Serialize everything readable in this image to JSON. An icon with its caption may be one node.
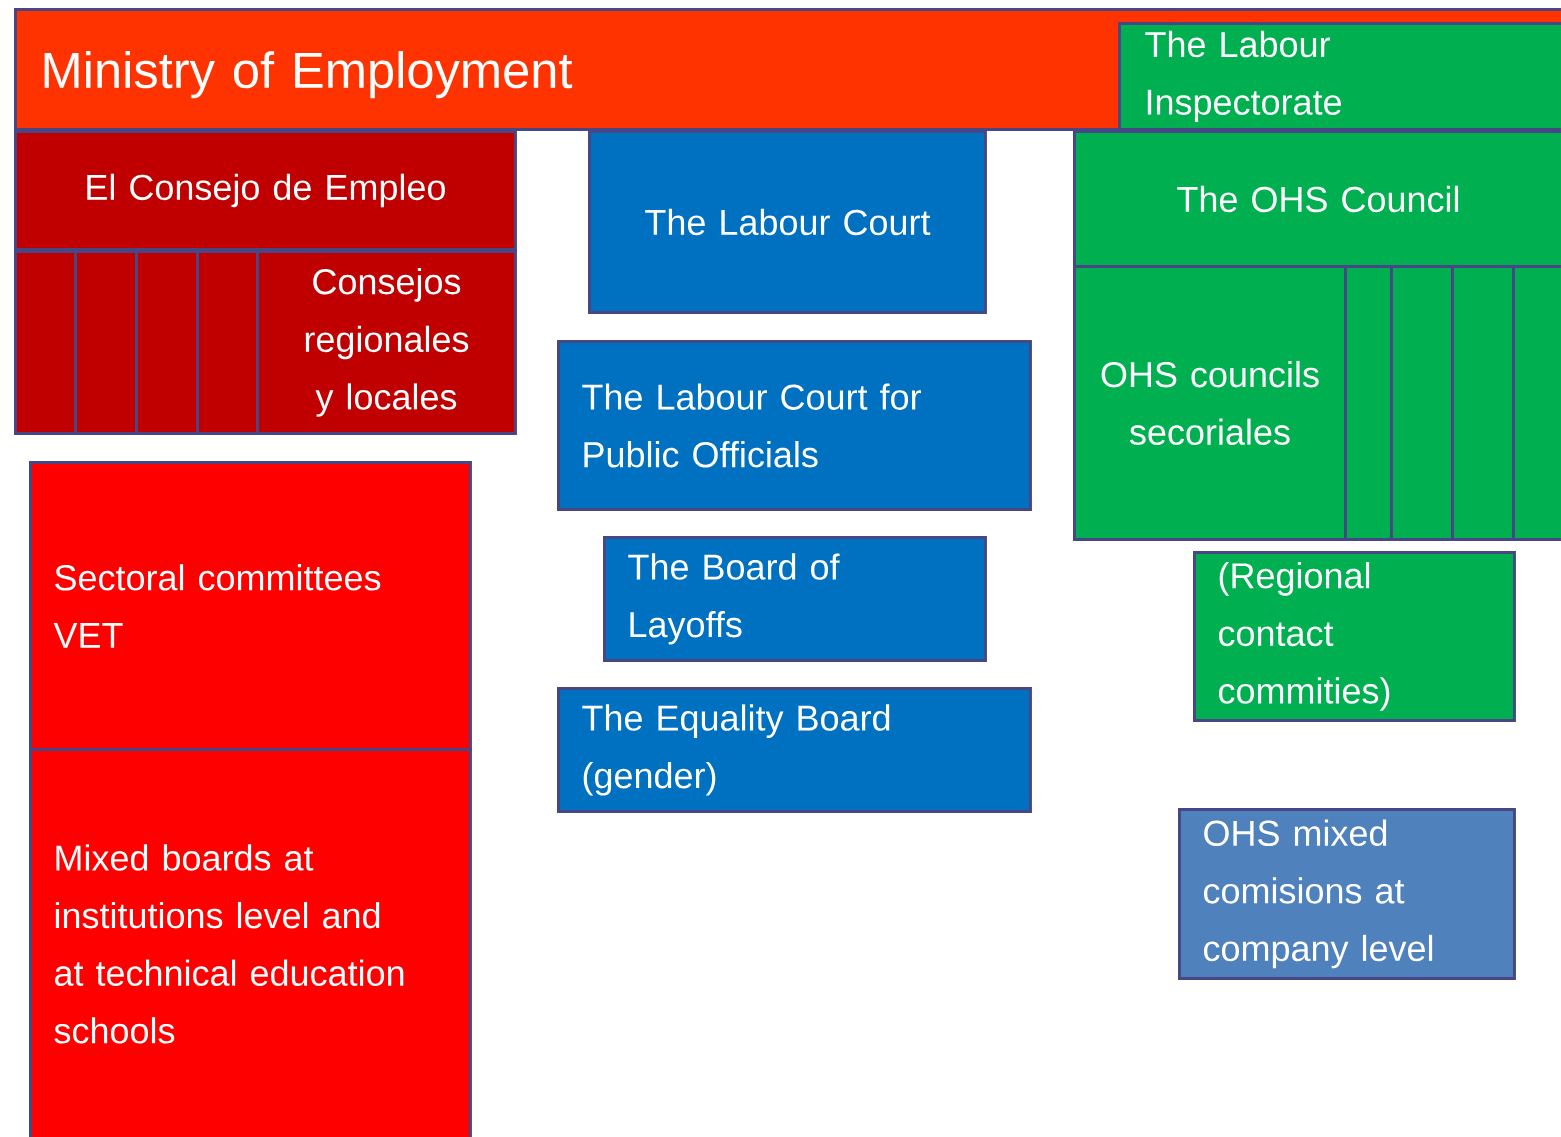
{
  "diagram": {
    "nodes": [
      {
        "text": [
          "Ministry of Employment"
        ]
      },
      {
        "text": [
          "The Labour Inspectorate"
        ],
        "in": 0
      },
      {
        "text": [
          "El Consejo de Empleo"
        ]
      },
      {
        "text": [],
        "shape": "box"
      },
      {
        "text": [],
        "shape": "box"
      },
      {
        "text": [],
        "shape": "box"
      },
      {
        "text": [],
        "shape": "box"
      },
      {
        "text": [
          "Consejos regionales y locales"
        ]
      },
      {
        "text": [
          "The Labour Court"
        ]
      },
      {
        "text": [
          "The OHS Council"
        ]
      },
      {
        "text": [
          "OHS councils secoriales"
        ]
      },
      {
        "text": [],
        "shape": "box"
      },
      {
        "text": [],
        "shape": "box"
      },
      {
        "text": [],
        "shape": "box"
      },
      {
        "text": [],
        "shape": "box"
      },
      {
        "text": [
          "The Labour Court for Public Officials"
        ]
      },
      {
        "text": [
          "Sectoral committees VET"
        ]
      },
      {
        "text": [
          "The Board of Layoffs"
        ]
      },
      {
        "text": [
          "(Regional contact commities)"
        ]
      },
      {
        "text": [
          "The Equality Board (gender)"
        ]
      },
      {
        "text": [
          "OHS mixed comisions at company level"
        ]
      },
      {
        "text": [
          "Mixed boards at institutions  level and at technical education schools"
        ]
      }
    ]
  }
}
